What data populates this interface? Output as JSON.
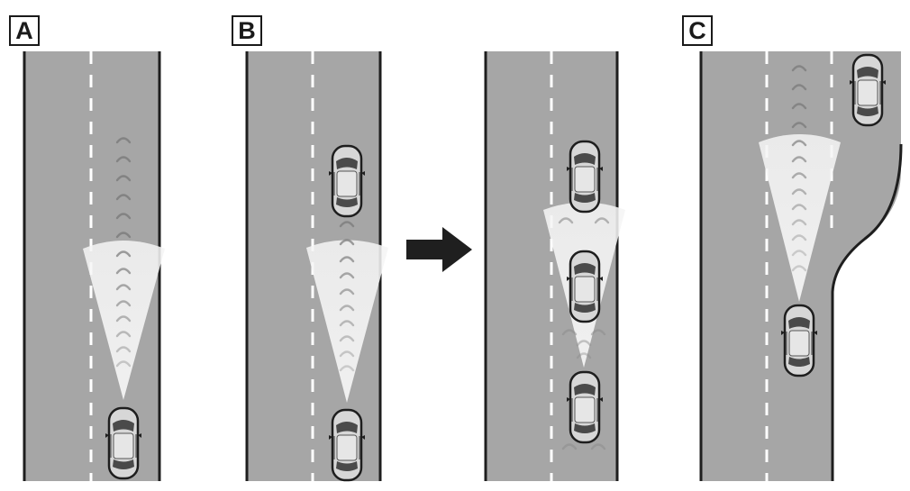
{
  "panels": [
    {
      "id": "A",
      "label": "A"
    },
    {
      "id": "B",
      "label": "B"
    },
    {
      "id": "C",
      "label": "C"
    }
  ],
  "colors": {
    "road": "#a6a6a6",
    "road_edge": "#1e1e1e",
    "lane_marking": "#ffffff",
    "radar_beam": "#f1f1f1",
    "radar_wave": "#777777",
    "car_body": "#d7d7d7",
    "car_outline": "#1e1e1e",
    "arrow": "#1f1f1f"
  },
  "icons": [
    "car-icon",
    "radar-beam-icon",
    "right-arrow-icon"
  ]
}
